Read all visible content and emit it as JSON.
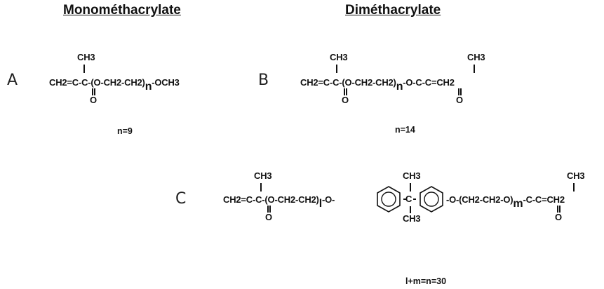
{
  "headings": {
    "mono": "Monométhacrylate",
    "di": "Diméthacrylate"
  },
  "structures": {
    "A": {
      "letter": "A",
      "top_group": "CH3",
      "main_pre": "CH2=C-C-(O-CH2-CH2)",
      "subscript": "n",
      "main_post": "-OCH3",
      "carbonyl": "O",
      "count": "n=9"
    },
    "B": {
      "letter": "B",
      "top_group_left": "CH3",
      "top_group_right": "CH3",
      "main_pre": "CH2=C-C-(O-CH2-CH2)",
      "subscript": "n",
      "main_post": "-O-C-C=CH2",
      "carbonyl_left": "O",
      "carbonyl_right": "O",
      "count": "n=14"
    },
    "C": {
      "letter": "C",
      "top_group_left": "CH3",
      "top_group_center": "CH3",
      "top_group_right": "CH3",
      "bottom_group_center": "CH3",
      "main_pre": "CH2=C-C-(O-CH2-CH2)",
      "subscript_l": "l",
      "link_left": "-O-",
      "center_carbon": "C",
      "link_right": "-O-(CH2-CH2-O)",
      "subscript_m": "m",
      "main_post": "-C-C=CH2",
      "carbonyl_left": "O",
      "carbonyl_right": "O",
      "count": "l+m=n=30"
    }
  }
}
